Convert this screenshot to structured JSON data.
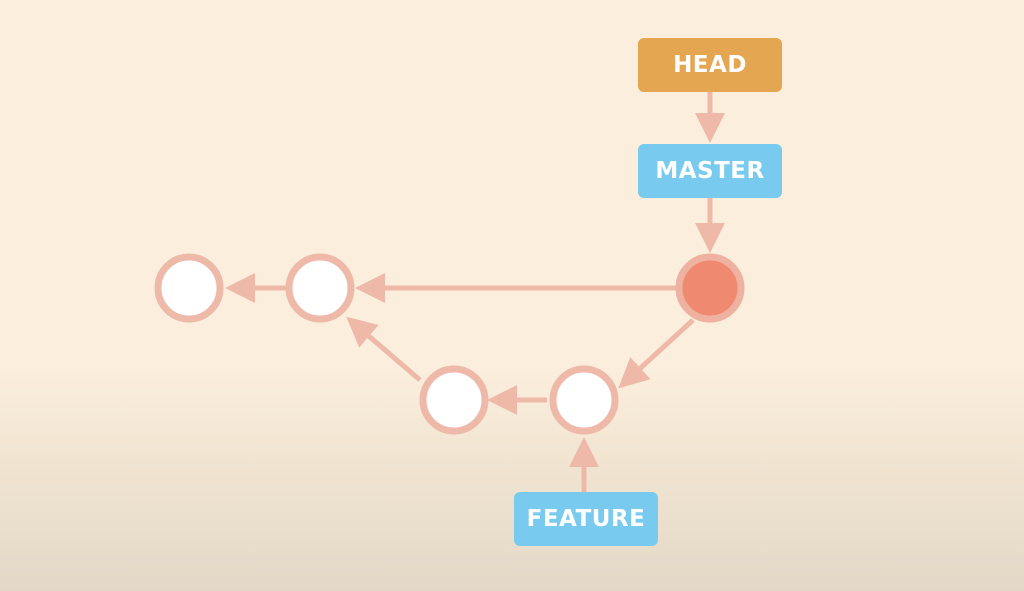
{
  "labels": {
    "head": "HEAD",
    "master": "MASTER",
    "feature": "FEATURE"
  },
  "commits": [
    {
      "id": "commit-1",
      "current": false
    },
    {
      "id": "commit-2",
      "current": false
    },
    {
      "id": "commit-3",
      "current": true
    },
    {
      "id": "commit-4",
      "current": false
    },
    {
      "id": "commit-5",
      "current": false
    }
  ],
  "colors": {
    "background": "#fbeedd",
    "head_label": "#e5a651",
    "branch_label": "#78cbee",
    "edge": "#eeb9a8",
    "commit_fill": "#ffffff",
    "commit_ring": "#eeb9a8",
    "current_commit_fill": "#ef8a70",
    "label_text": "#ffffff"
  }
}
